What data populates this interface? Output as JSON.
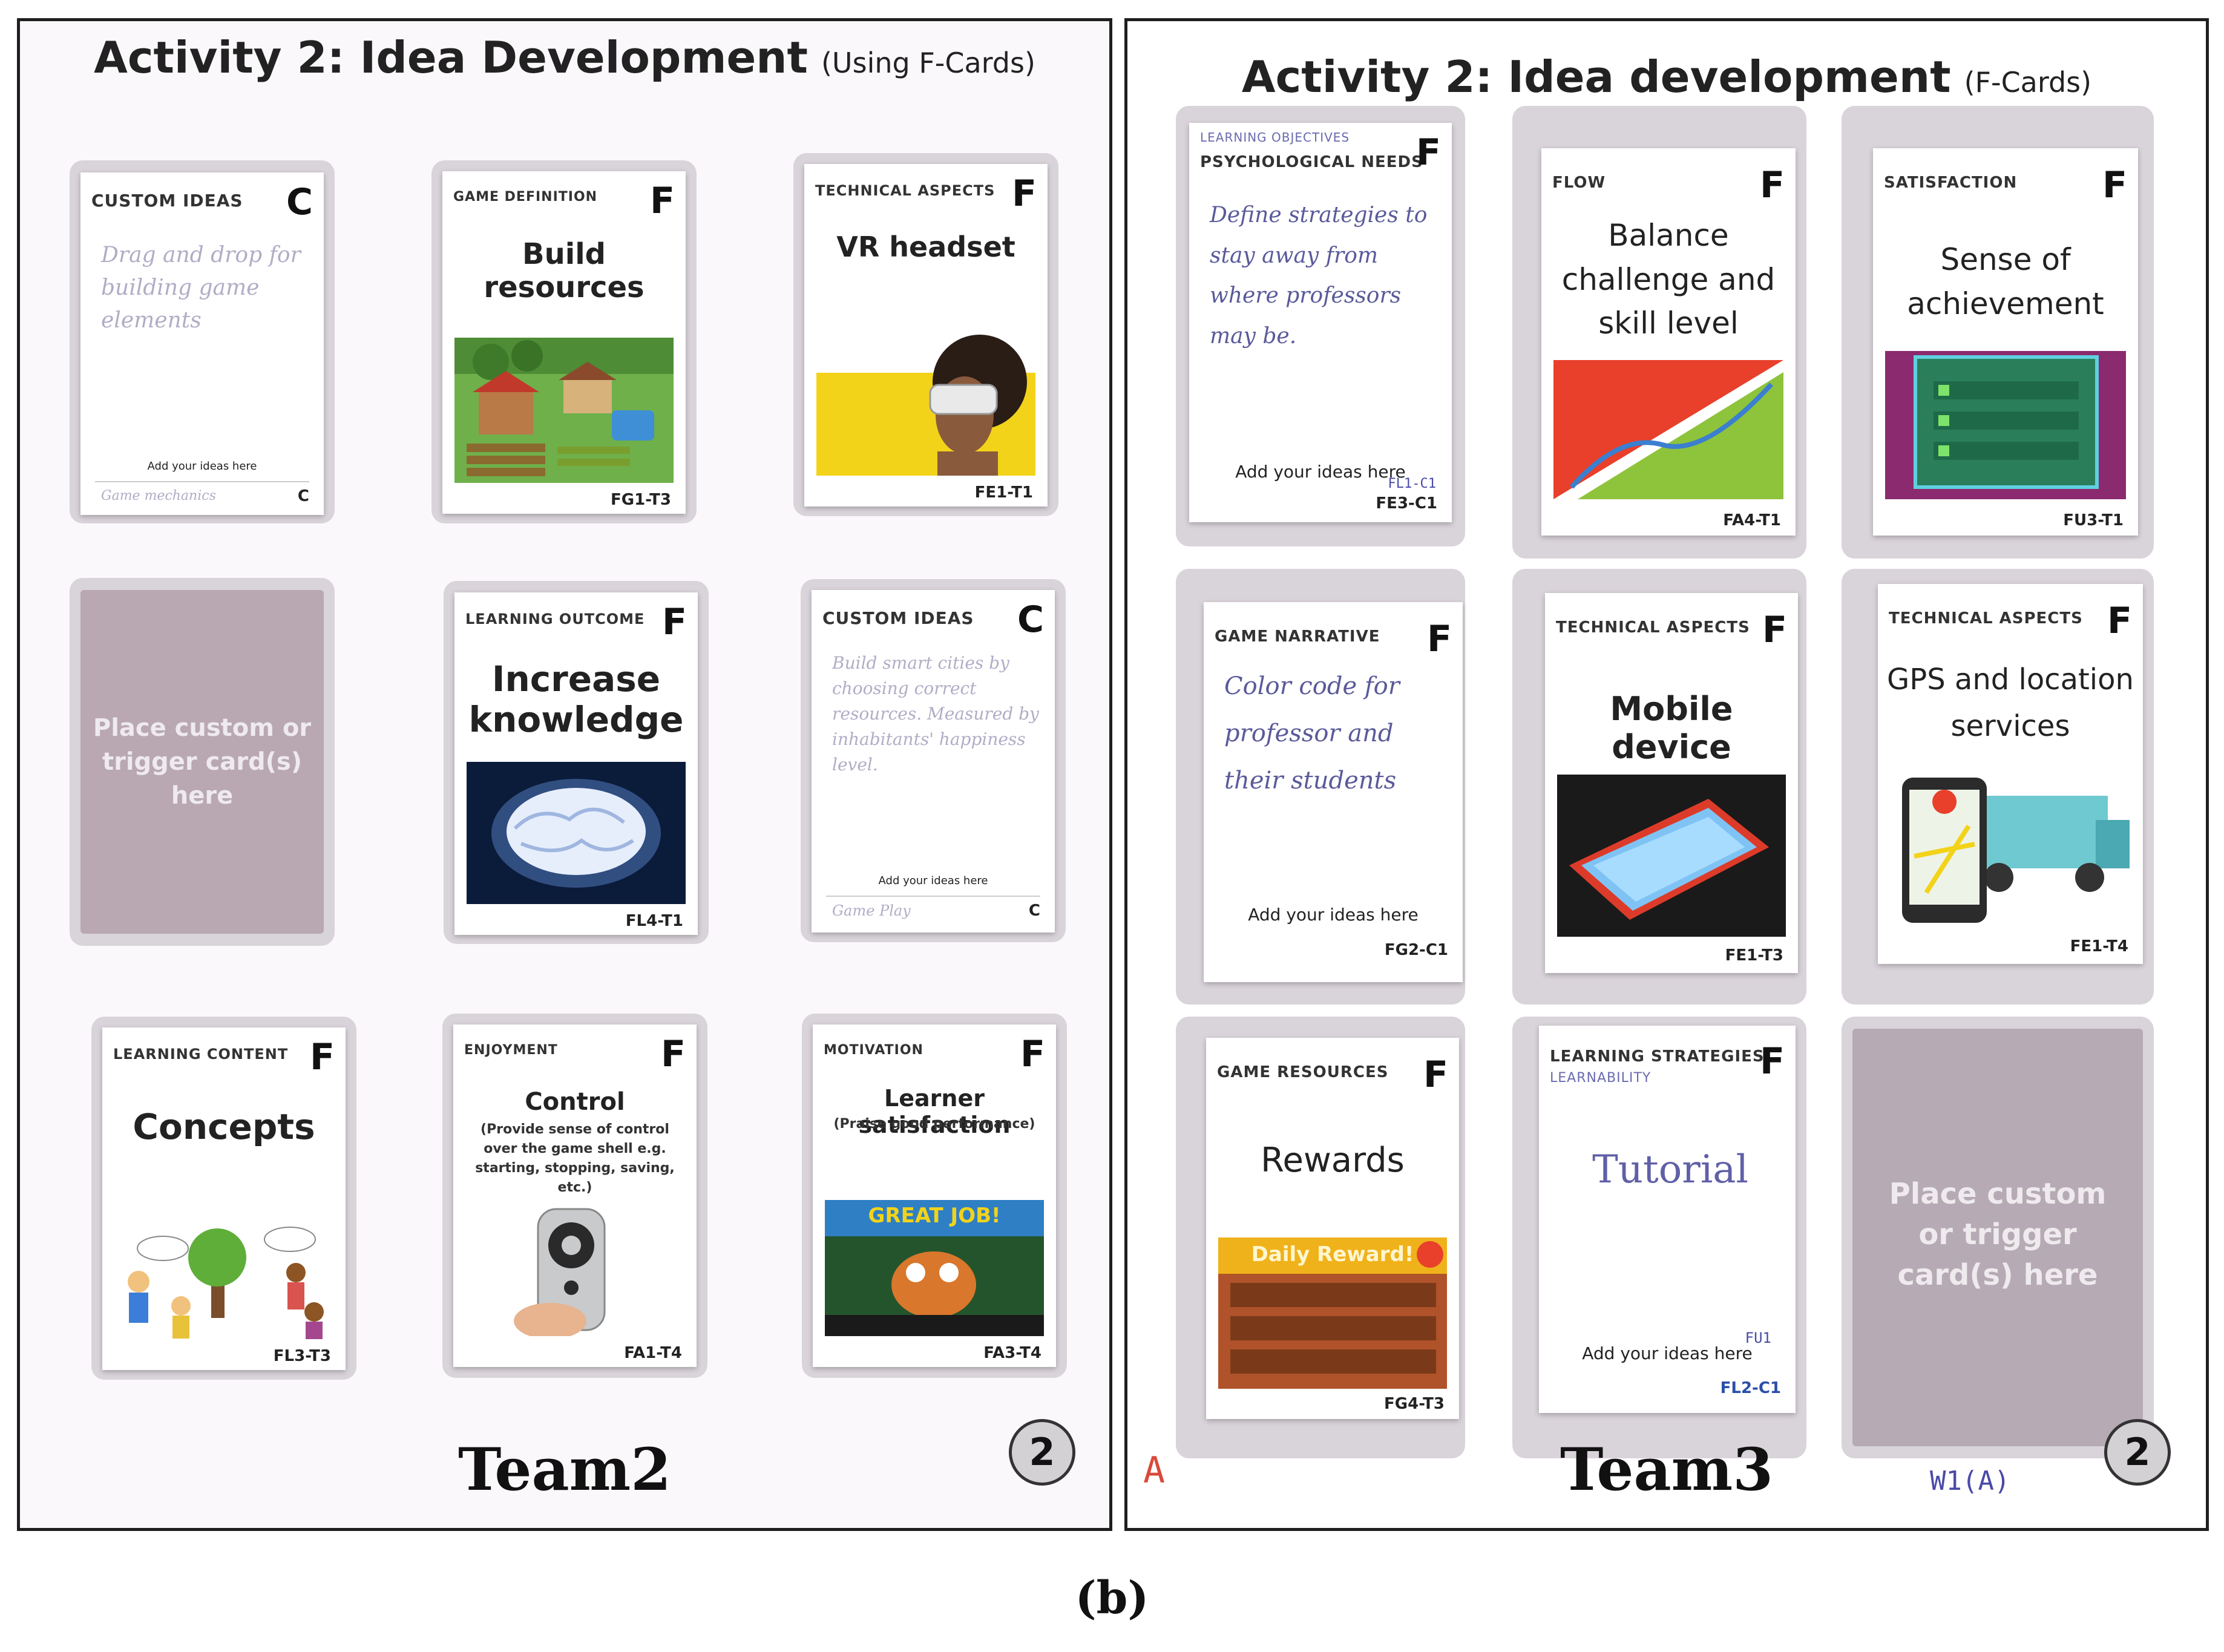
{
  "left_board": {
    "title": "Activity 2: Idea Development",
    "subtitle": "(Using F-Cards)",
    "team": "Team2",
    "page_number": "2",
    "placeholder": "Place custom or trigger card(s) here",
    "cards": {
      "c1": {
        "category": "CUSTOM IDEAS",
        "letter": "C",
        "handwriting": "Drag and drop for building game elements",
        "add_ideas": "Add your ideas here",
        "footer_note": "Game mechanics",
        "code": "C"
      },
      "c2": {
        "category": "GAME DEFINITION",
        "letter": "F",
        "title": "Build resources",
        "code": "FG1-T3"
      },
      "c3": {
        "category": "TECHNICAL ASPECTS",
        "letter": "F",
        "title": "VR headset",
        "code": "FE1-T1"
      },
      "c5": {
        "category": "LEARNING OUTCOME",
        "letter": "F",
        "title": "Increase knowledge",
        "code": "FL4-T1"
      },
      "c6": {
        "category": "CUSTOM IDEAS",
        "letter": "C",
        "handwriting": "Build smart cities by choosing correct resources. Measured by inhabitants' happiness level.",
        "add_ideas": "Add your ideas here",
        "footer_note": "Game Play",
        "code": "C"
      },
      "c7": {
        "category": "LEARNING CONTENT",
        "letter": "F",
        "title": "Concepts",
        "code": "FL3-T3"
      },
      "c8": {
        "category": "ENJOYMENT",
        "letter": "F",
        "title": "Control",
        "subtitle": "(Provide sense of control over the game shell e.g. starting, stopping, saving, etc.)",
        "code": "FA1-T4"
      },
      "c9": {
        "category": "MOTIVATION",
        "letter": "F",
        "title": "Learner satisfaction",
        "subtitle": "(Praise good performance)",
        "banner": "GREAT JOB!",
        "code": "FA3-T4"
      }
    }
  },
  "right_board": {
    "title": "Activity 2: Idea development",
    "subtitle": "(F-Cards)",
    "team": "Team3",
    "page_number": "2",
    "pencil_letter": "A",
    "pencil_note": "W1(A)",
    "placeholder": "Place custom or trigger card(s) here",
    "cards": {
      "r1": {
        "category": "PSYCHOLOGICAL NEEDS",
        "overwritten": "LEARNING OBJECTIVES",
        "letter": "F",
        "handwriting": "Define strategies to stay away from where professors may be.",
        "add_ideas": "Add your ideas here",
        "code": "FE3-C1",
        "note": "FL1-C1"
      },
      "r2": {
        "category": "FLOW",
        "letter": "F",
        "title": "Balance challenge and skill level",
        "code": "FA4-T1"
      },
      "r3": {
        "category": "SATISFACTION",
        "letter": "F",
        "title": "Sense of achievement",
        "code": "FU3-T1"
      },
      "r4": {
        "category": "GAME NARRATIVE",
        "letter": "F",
        "handwriting": "Color code for professor and their students",
        "add_ideas": "Add your ideas here",
        "code": "FG2-C1"
      },
      "r5": {
        "category": "TECHNICAL ASPECTS",
        "letter": "F",
        "title": "Mobile device",
        "code": "FE1-T3"
      },
      "r6": {
        "category": "TECHNICAL ASPECTS",
        "letter": "F",
        "title": "GPS and location services",
        "code": "FE1-T4"
      },
      "r7": {
        "category": "GAME RESOURCES",
        "letter": "F",
        "title": "Rewards",
        "banner": "Daily Reward!",
        "code": "FG4-T3"
      },
      "r8": {
        "category": "LEARNING STRATEGIES",
        "overwritten": "LEARNABILITY",
        "letter": "F",
        "handwriting": "Tutorial",
        "add_ideas": "Add your ideas here",
        "note": "FU1",
        "code": "FL2-C1"
      }
    }
  },
  "caption": "(b)",
  "colors": {
    "slot": "#d9d3da",
    "placeholder": "#b9a8b2",
    "accent_red": "#e8402b",
    "accent_green": "#8ec33c",
    "accent_yellow": "#f2d31a"
  }
}
